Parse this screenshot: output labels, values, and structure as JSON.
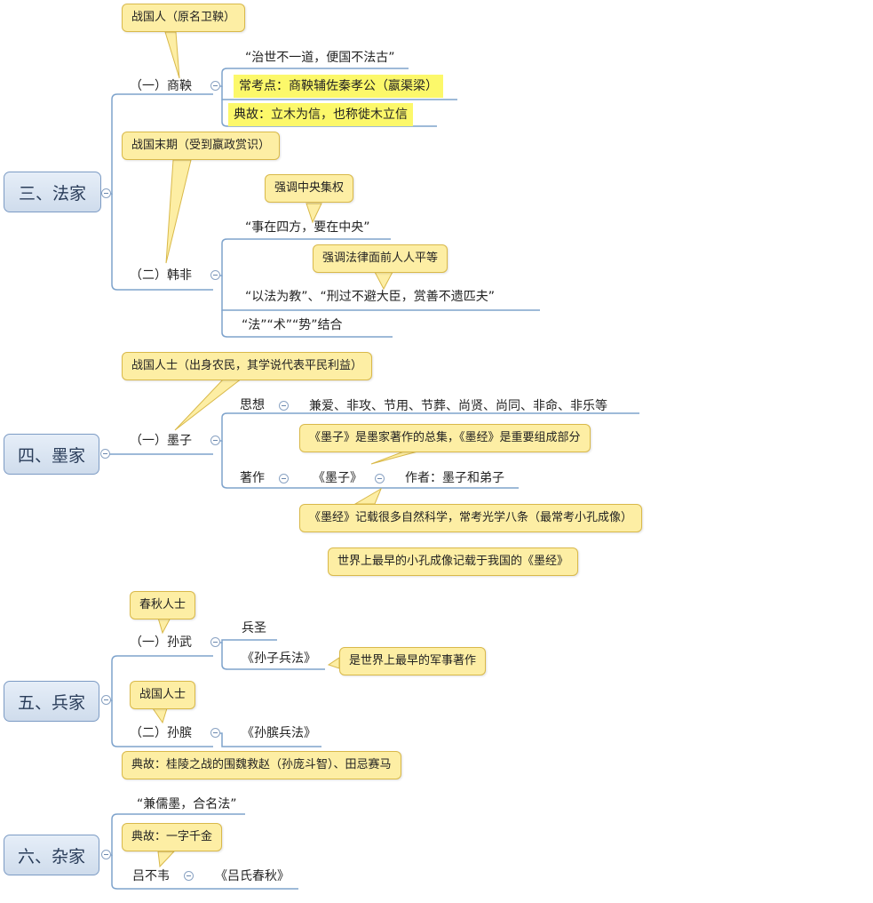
{
  "roots": {
    "fajia": "三、法家",
    "mojia": "四、墨家",
    "bingjia": "五、兵家",
    "zajia": "六、杂家"
  },
  "fajia": {
    "shangyang": {
      "label": "（一）商鞅",
      "callout": "战国人（原名卫鞅）",
      "items": [
        "“治世不一道，便国不法古”",
        "常考点：商鞅辅佐秦孝公（嬴渠梁）",
        "典故：立木为信，也称徙木立信"
      ]
    },
    "hanfei": {
      "label": "（二）韩非",
      "callout": "战国末期（受到嬴政赏识）",
      "items": [
        "“事在四方，要在中央”",
        "“以法为教”、“刑过不避大臣，赏善不遗匹夫”",
        "“法”“术”“势”结合"
      ],
      "callouts": [
        "强调中央集权",
        "强调法律面前人人平等"
      ]
    }
  },
  "mojia": {
    "mozi": {
      "label": "（一）墨子",
      "callout": "战国人士（出身农民，其学说代表平民利益）",
      "thought_label": "思想",
      "thought": "兼爱、非攻、节用、节葬、尚贤、尚同、非命、非乐等",
      "works_label": "著作",
      "works_book": "《墨子》",
      "works_author": "作者：墨子和弟子",
      "callouts": [
        "《墨子》是墨家著作的总集，《墨经》是重要组成部分",
        "《墨经》记载很多自然科学，常考光学八条（最常考小孔成像）",
        "世界上最早的小孔成像记载于我国的《墨经》"
      ]
    }
  },
  "bingjia": {
    "sunwu": {
      "label": "（一）孙武",
      "callout": "春秋人士",
      "items": [
        "兵圣",
        "《孙子兵法》"
      ],
      "note": "是世界上最早的军事著作"
    },
    "sunbin": {
      "label": "（二）孙膑",
      "callout": "战国人士",
      "book": "《孙膑兵法》",
      "note": "典故：桂陵之战的围魏救赵（孙庞斗智）、田忌赛马"
    }
  },
  "zajia": {
    "quote": "“兼儒墨，合名法”",
    "callout": "典故：一字千金",
    "person": "吕不韦",
    "book": "《吕氏春秋》"
  }
}
